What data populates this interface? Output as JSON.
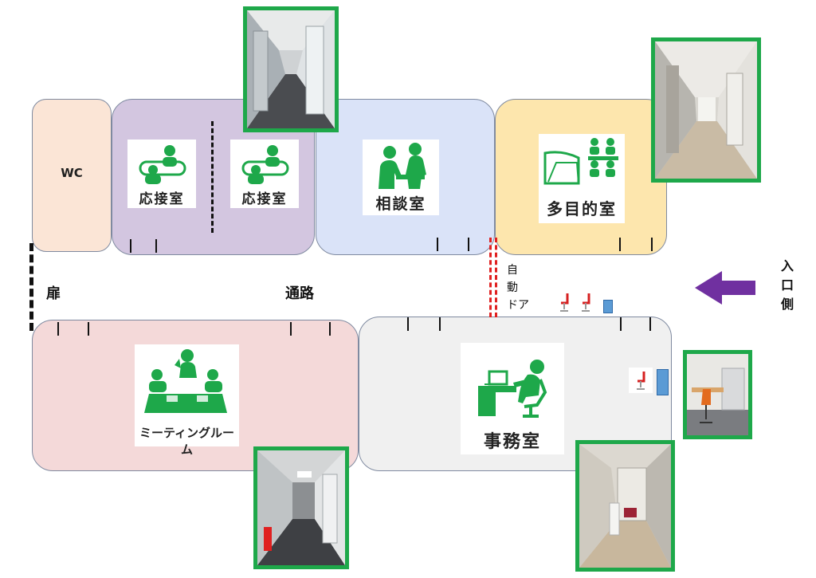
{
  "rooms": {
    "wc": "WC",
    "reception_1": "応接室",
    "reception_2": "応接室",
    "consultation": "相談室",
    "multipurpose": "多目的室",
    "meeting": "ミーティングルーム",
    "office": "事務室"
  },
  "labels": {
    "door": "扉",
    "corridor": "通路",
    "auto_door": [
      "自",
      "動",
      "ドア"
    ],
    "entrance": [
      "入",
      "口",
      "側"
    ]
  },
  "colors": {
    "pictogram_green": "#1ea84a",
    "photo_frame": "#1ea84a",
    "arrow": "#7030a0",
    "auto_door_red": "#e02020",
    "wc_fill": "#fbe5d6",
    "reception_fill": "#d3c6e0",
    "consultation_fill": "#dae3f8",
    "multipurpose_fill": "#fde6ad",
    "meeting_fill": "#f4d9d9",
    "office_fill": "#f0f0f0"
  },
  "icons": [
    "reception-pictogram",
    "consultation-pictogram",
    "multipurpose-pictogram",
    "meeting-pictogram",
    "office-pictogram",
    "chair-icon",
    "waste-bin-icon",
    "entrance-arrow-icon"
  ]
}
